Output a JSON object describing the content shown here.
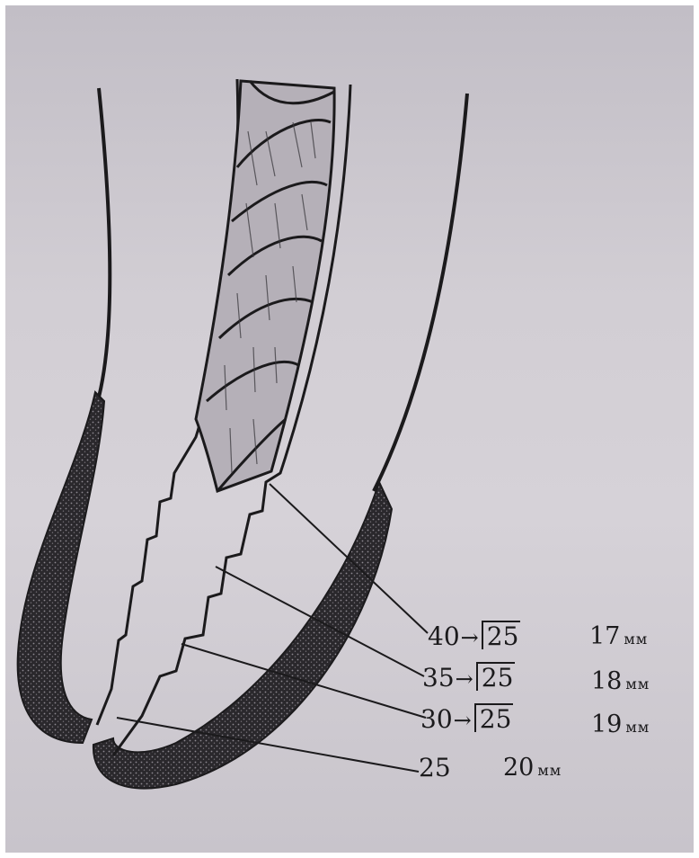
{
  "labels": [
    {
      "id": "step-40",
      "size": "40",
      "arrow": "→",
      "master": "25",
      "length": "17",
      "unit": "мм"
    },
    {
      "id": "step-35",
      "size": "35",
      "arrow": "→",
      "master": "25",
      "length": "18",
      "unit": "мм"
    },
    {
      "id": "step-30",
      "size": "30",
      "arrow": "→",
      "master": "25",
      "length": "19",
      "unit": "мм"
    },
    {
      "id": "step-25",
      "size": "25",
      "length": "20",
      "unit": "мм"
    }
  ],
  "colors": {
    "paper": "#cfcbd2",
    "ink": "#1b1a1c",
    "stipple": "#2a282c"
  }
}
